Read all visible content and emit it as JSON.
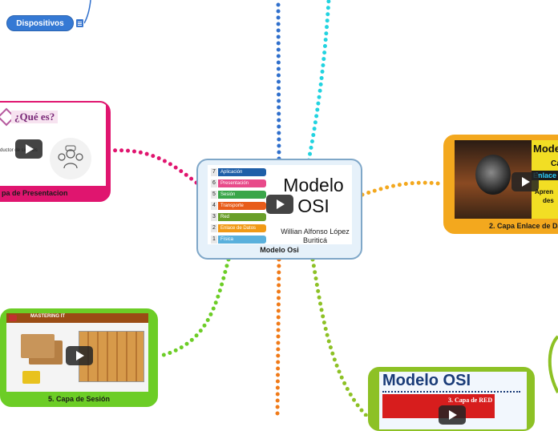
{
  "app": {
    "title": "Modelo OSI"
  },
  "colors": {
    "center_border": "#7fa7c8",
    "presentacion": "#e0156f",
    "enlace": "#f3a81e",
    "sesion": "#6ccd26",
    "red": "#8dc125",
    "dispositivos": "#3579d4",
    "cyan": "#22d3e0",
    "blue_dots": "#2f6fcc",
    "orange_dots": "#f07a18"
  },
  "central": {
    "caption": "Modelo Osi",
    "title": "Modelo OSI",
    "author": "Willian Alfonso López Buriticá",
    "icon": "play-icon",
    "layers": [
      {
        "num": "7",
        "label": "Aplicación",
        "color": "#1f5fa8"
      },
      {
        "num": "6",
        "label": "Presentación",
        "color": "#e84a8a"
      },
      {
        "num": "5",
        "label": "Sesión",
        "color": "#3aa64a"
      },
      {
        "num": "4",
        "label": "Transporte",
        "color": "#e85c1a"
      },
      {
        "num": "3",
        "label": "Red",
        "color": "#6a9f2a"
      },
      {
        "num": "2",
        "label": "Enlace de Datos",
        "color": "#f19a16"
      },
      {
        "num": "1",
        "label": "Física",
        "color": "#5ab0dc"
      }
    ]
  },
  "dispositivos": {
    "label": "Dispositivos",
    "icon": "note-icon"
  },
  "presentacion": {
    "caption": "pa de Presentacion",
    "slide_title": "¿Qué es?",
    "slide_text": "ductor de sintaxis",
    "icon": "play-icon",
    "people_icon": "people-icon"
  },
  "enlace": {
    "caption": "2. Capa Enlace de Dat",
    "thumb_title": "Mode",
    "thumb_sub": "Ca",
    "thumb_highlight": "Enlace",
    "thumb_text1": "Apren",
    "thumb_text2": "des",
    "icon": "play-icon"
  },
  "sesion": {
    "caption": "5. Capa de Sesión",
    "banner": "MASTERING IT",
    "icon": "play-icon"
  },
  "red": {
    "title": "Modelo OSI",
    "sub": "3. Capa de RED",
    "icon": "play-icon"
  }
}
